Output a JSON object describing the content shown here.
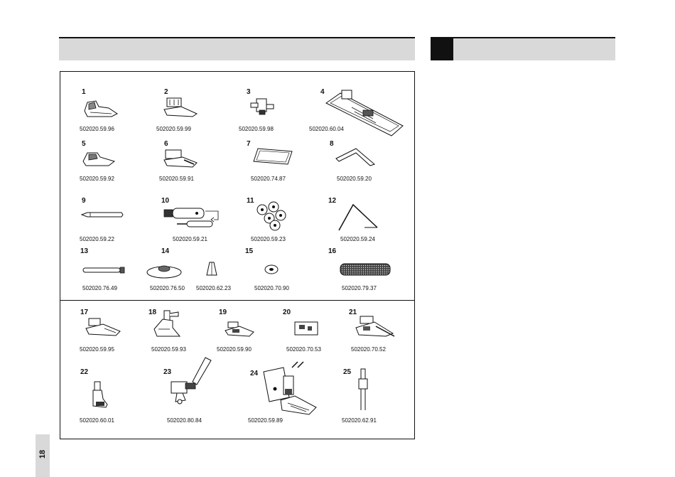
{
  "page_number": "18",
  "accessories": [
    {
      "num": "1",
      "code": "502020.59.96",
      "icon": "standard-foot-icon"
    },
    {
      "num": "2",
      "code": "502020.59.99",
      "icon": "zipper-foot-icon"
    },
    {
      "num": "3",
      "code": "502020.59.98",
      "icon": "narrow-foot-icon"
    },
    {
      "num": "4",
      "code": "502020.60.04",
      "icon": "buttonhole-foot-icon"
    },
    {
      "num": "5",
      "code": "502020.59.92",
      "icon": "hemmer-foot-icon"
    },
    {
      "num": "6",
      "code": "502020.59.91",
      "icon": "blind-hem-foot-icon"
    },
    {
      "num": "7",
      "code": "502020.74.87",
      "icon": "felt-pad-icon"
    },
    {
      "num": "8",
      "code": "502020.59.20",
      "icon": "edge-guide-icon"
    },
    {
      "num": "9",
      "code": "502020.59.22",
      "icon": "spool-pin-icon"
    },
    {
      "num": "10",
      "code": "502020.59.21",
      "icon": "brush-screwdriver-icon"
    },
    {
      "num": "11",
      "code": "502020.59.23",
      "icon": "bobbins-icon"
    },
    {
      "num": "12",
      "code": "502020.59.24",
      "icon": "seam-ripper-icon"
    },
    {
      "num": "13",
      "code": "502020.76.49",
      "icon": "spool-holder-icon"
    },
    {
      "num": "14",
      "code": "502020.76.50",
      "code2": "502020.62.23",
      "icon": "spool-disc-icon"
    },
    {
      "num": "15",
      "code": "502020.70.90",
      "icon": "washer-icon"
    },
    {
      "num": "16",
      "code": "502020.79.37",
      "icon": "spool-net-icon"
    },
    {
      "num": "17",
      "code": "502020.59.95",
      "icon": "overlock-foot-icon"
    },
    {
      "num": "18",
      "code": "502020.59.93",
      "icon": "darning-foot-icon"
    },
    {
      "num": "19",
      "code": "502020.59.90",
      "icon": "satin-foot-icon"
    },
    {
      "num": "20",
      "code": "502020.70.53",
      "icon": "quilting-foot-icon"
    },
    {
      "num": "21",
      "code": "502020.70.52",
      "icon": "edge-stitch-foot-icon"
    },
    {
      "num": "22",
      "code": "502020.60.01",
      "icon": "roller-foot-icon"
    },
    {
      "num": "23",
      "code": "502020.80.84",
      "icon": "embroidery-foot-icon"
    },
    {
      "num": "24",
      "code": "502020.59.89",
      "icon": "walking-foot-icon"
    },
    {
      "num": "25",
      "code": "502020.62.91",
      "icon": "twin-needle-icon"
    }
  ]
}
